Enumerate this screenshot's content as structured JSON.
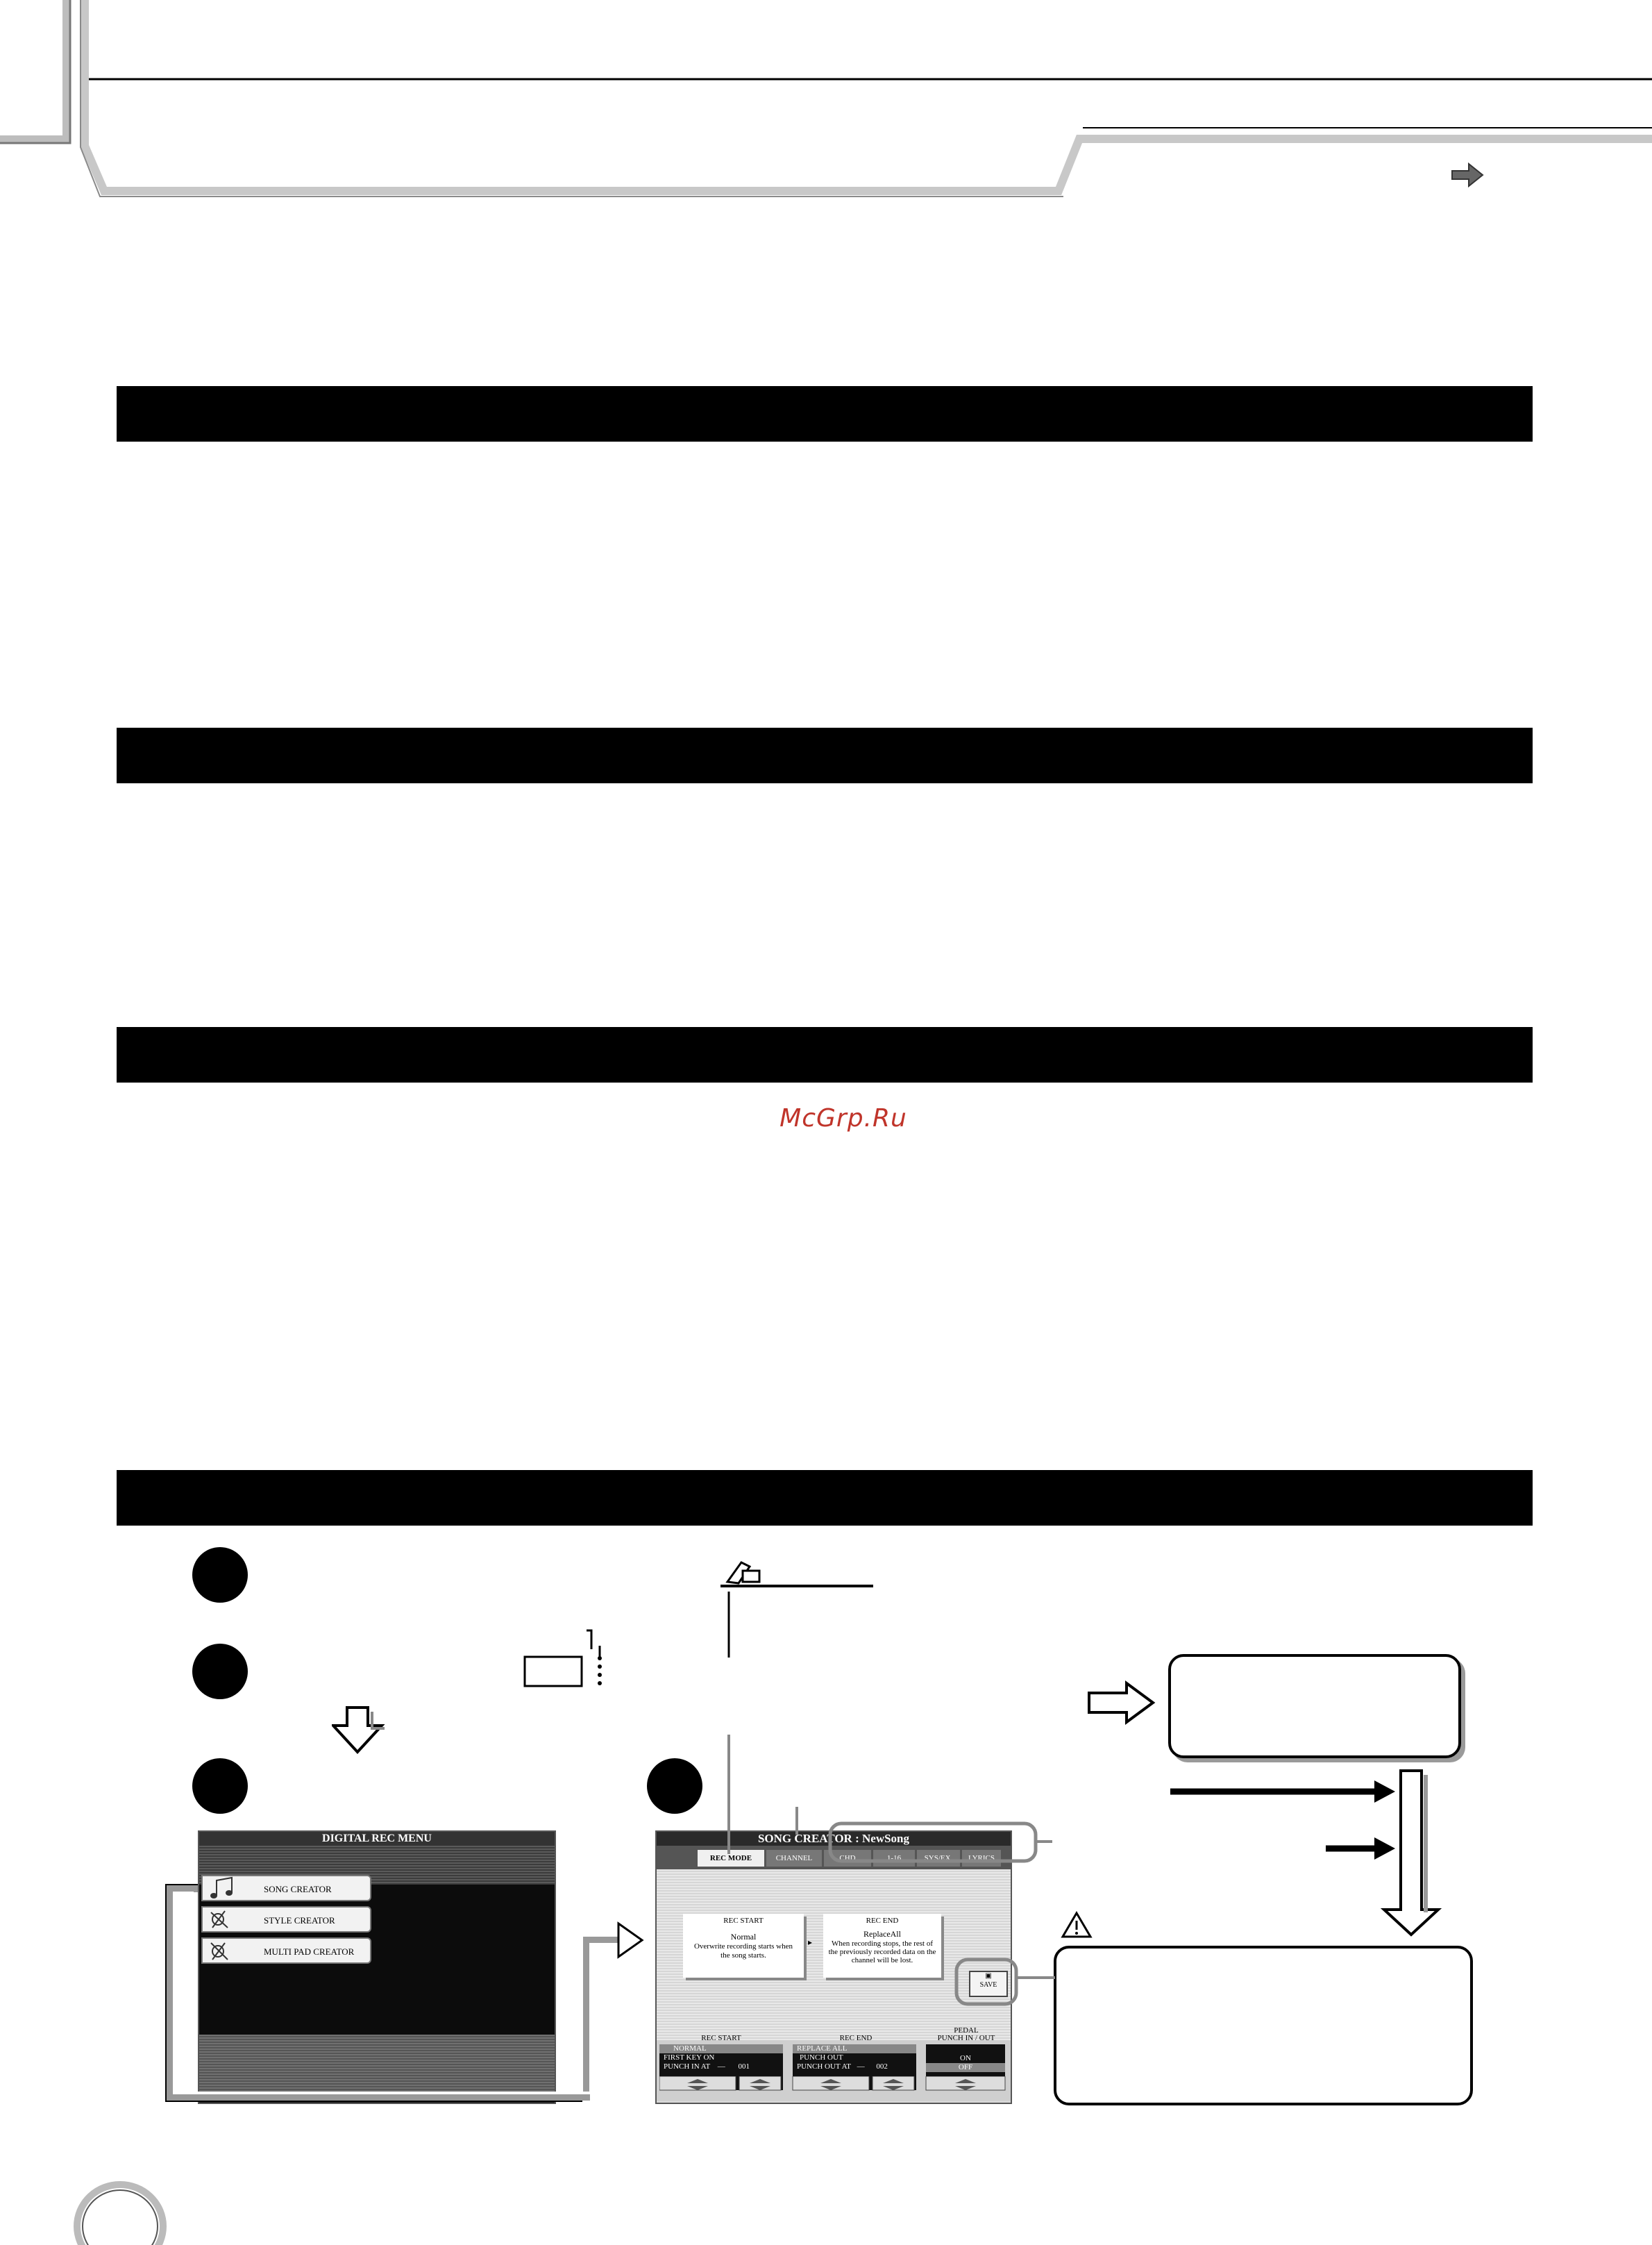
{
  "watermark": "McGrp.Ru",
  "digital_rec_menu": {
    "title": "DIGITAL REC MENU",
    "items": [
      "SONG CREATOR",
      "STYLE CREATOR",
      "MULTI PAD CREATOR"
    ]
  },
  "song_creator": {
    "title": "SONG CREATOR : NewSong",
    "tabs": [
      "REC MODE",
      "CHANNEL",
      "CHD",
      "1-16",
      "SYS/EX.",
      "LYRICS"
    ],
    "rec_start_box": {
      "heading": "REC START",
      "value": "Normal",
      "desc": "Overwrite recording starts when the song starts."
    },
    "rec_end_box": {
      "heading": "REC END",
      "value": "ReplaceAll",
      "desc": "When recording stops, the rest of the previously recorded data on the channel will be lost."
    },
    "save_label": "SAVE",
    "bottom": {
      "rec_start_label": "REC START",
      "rec_start_options": [
        "NORMAL",
        "FIRST KEY ON",
        "PUNCH IN AT"
      ],
      "punch_in_value": "001",
      "rec_end_label": "REC END",
      "rec_end_options": [
        "REPLACE ALL",
        "PUNCH OUT",
        "PUNCH OUT AT"
      ],
      "punch_out_value": "002",
      "pedal_label_1": "PEDAL",
      "pedal_label_2": "PUNCH IN / OUT",
      "pedal_options": [
        "ON",
        "OFF"
      ]
    }
  },
  "warning_icon": "caution-triangle-icon",
  "note_icon": "pencil-note-icon",
  "header_arrow_icon": "next-page-arrow-icon"
}
